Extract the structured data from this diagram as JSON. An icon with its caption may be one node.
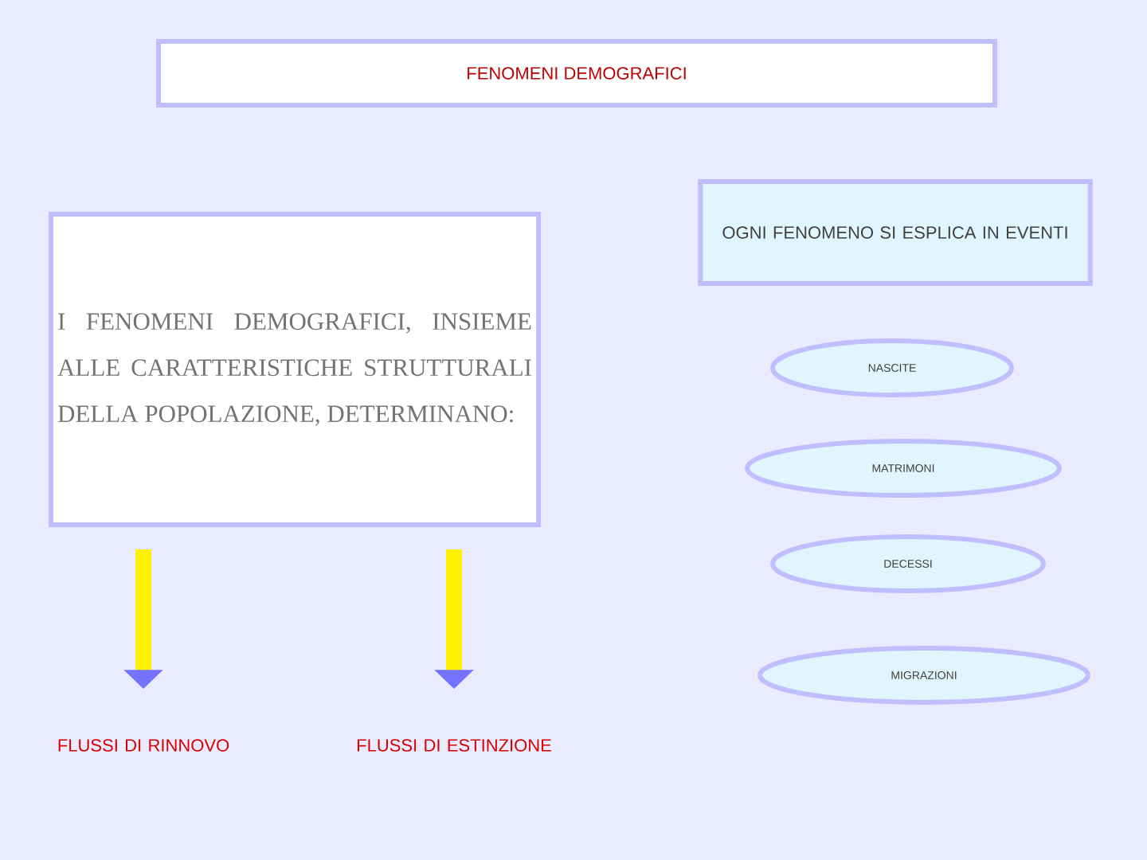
{
  "diagram": {
    "nodes": [
      {
        "text": [
          "FENOMENI DEMOGRAFICI"
        ]
      },
      {
        "text": [
          "I FENOMENI DEMOGRAFICI, INSIEME ALLE CARATTERISTICHE STRUTTURALI DELLA POPOLAZIONE, DETERMINANO:"
        ]
      },
      {
        "text": [
          "FLUSSI DI RINNOVO"
        ]
      },
      {
        "text": [
          "FLUSSI DI ESTINZIONE"
        ]
      },
      {
        "text": [
          "OGNI FENOMENO SI ESPLICA IN EVENTI"
        ]
      },
      {
        "text": [
          "NASCITE"
        ]
      },
      {
        "text": [
          "MATRIMONI"
        ]
      },
      {
        "text": [
          "DECESSI"
        ]
      },
      {
        "text": [
          "MIGRAZIONI"
        ]
      }
    ],
    "edges": [
      {
        "from": 1,
        "to": 2,
        "arrow": "to"
      },
      {
        "from": 1,
        "to": 3,
        "arrow": "to"
      }
    ]
  }
}
